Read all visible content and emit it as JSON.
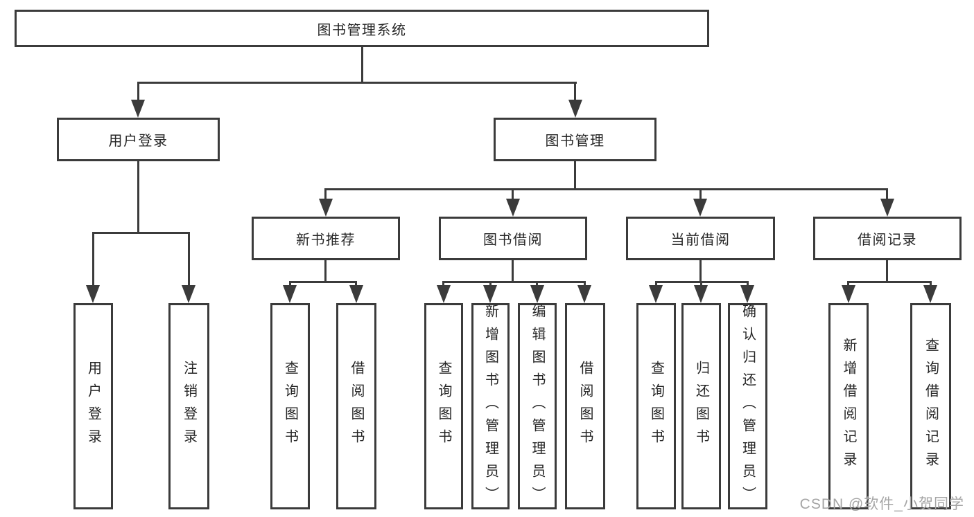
{
  "diagram": {
    "root": {
      "label": "图书管理系统"
    },
    "level2": {
      "user_login": {
        "label": "用户登录",
        "children": [
          {
            "label": "用户登录"
          },
          {
            "label": "注销登录"
          }
        ]
      },
      "book_management": {
        "label": "图书管理",
        "sections": [
          {
            "label": "新书推荐",
            "children": [
              {
                "label": "查询图书"
              },
              {
                "label": "借阅图书"
              }
            ]
          },
          {
            "label": "图书借阅",
            "children": [
              {
                "label": "查询图书"
              },
              {
                "label": "新增图书（管理员）"
              },
              {
                "label": "编辑图书（管理员）"
              },
              {
                "label": "借阅图书"
              }
            ]
          },
          {
            "label": "当前借阅",
            "children": [
              {
                "label": "查询图书"
              },
              {
                "label": "归还图书"
              },
              {
                "label": "确认归还（管理员）"
              }
            ]
          },
          {
            "label": "借阅记录",
            "children": [
              {
                "label": "新增借阅记录"
              },
              {
                "label": "查询借阅记录"
              }
            ]
          }
        ]
      }
    }
  },
  "watermark": {
    "text": "CSDN @软件_小贺同学"
  },
  "colors": {
    "line": "#3b3b3b",
    "text": "#262626",
    "watermark": "#a5a5a5",
    "background": "#ffffff"
  }
}
